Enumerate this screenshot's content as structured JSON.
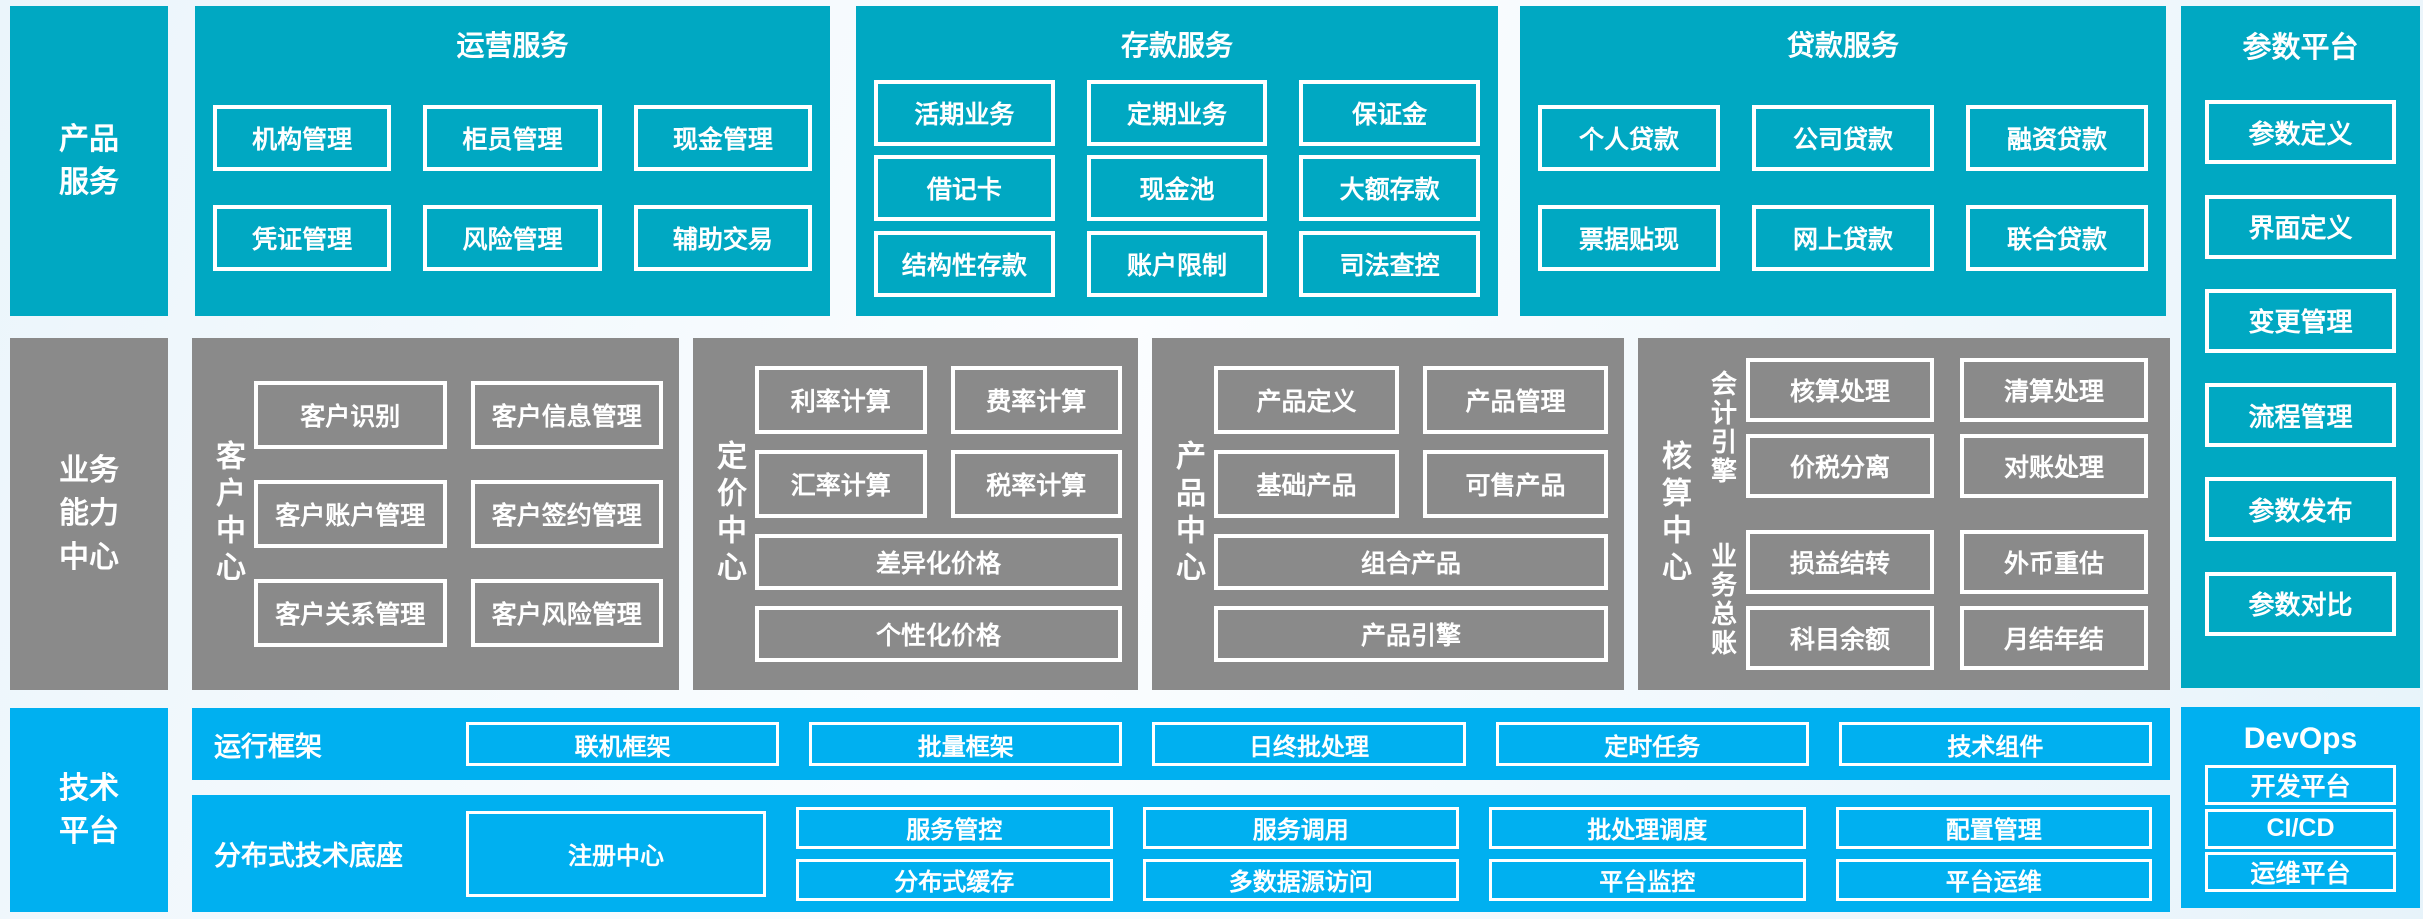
{
  "palette": {
    "teal": "#00a8c2",
    "gray": "#8a8a8a",
    "blue": "#00b0f0",
    "box_border": "#ffffff",
    "text": "#ffffff",
    "background": "#f2f9fd"
  },
  "top": {
    "sidebar": "产品服务",
    "operations": {
      "title": "运营服务",
      "rows": [
        [
          "机构管理",
          "柜员管理",
          "现金管理"
        ],
        [
          "凭证管理",
          "风险管理",
          "辅助交易"
        ]
      ]
    },
    "deposit": {
      "title": "存款服务",
      "rows": [
        [
          "活期业务",
          "定期业务",
          "保证金"
        ],
        [
          "借记卡",
          "现金池",
          "大额存款"
        ],
        [
          "结构性存款",
          "账户限制",
          "司法查控"
        ]
      ]
    },
    "loan": {
      "title": "贷款服务",
      "rows": [
        [
          "个人贷款",
          "公司贷款",
          "融资贷款"
        ],
        [
          "票据贴现",
          "网上贷款",
          "联合贷款"
        ]
      ]
    },
    "param": {
      "title": "参数平台",
      "boxes": [
        "参数定义",
        "界面定义",
        "变更管理",
        "流程管理",
        "参数发布",
        "参数对比"
      ]
    }
  },
  "middle": {
    "sidebar": "业务能力中心",
    "customer": {
      "label": "客户中心",
      "rows": [
        [
          "客户识别",
          "客户信息管理"
        ],
        [
          "客户账户管理",
          "客户签约管理"
        ],
        [
          "客户关系管理",
          "客户风险管理"
        ]
      ]
    },
    "pricing": {
      "label": "定价中心",
      "rows": [
        [
          "利率计算",
          "费率计算"
        ],
        [
          "汇率计算",
          "税率计算"
        ]
      ],
      "wide": [
        "差异化价格",
        "个性化价格"
      ]
    },
    "product": {
      "label": "产品中心",
      "rows": [
        [
          "产品定义",
          "产品管理"
        ],
        [
          "基础产品",
          "可售产品"
        ]
      ],
      "wide": [
        "组合产品",
        "产品引擎"
      ]
    },
    "accounting": {
      "label": "核算中心",
      "groups": [
        {
          "label": "会计引擎",
          "rows": [
            [
              "核算处理",
              "清算处理"
            ],
            [
              "价税分离",
              "对账处理"
            ]
          ]
        },
        {
          "label": "业务总账",
          "rows": [
            [
              "损益结转",
              "外币重估"
            ],
            [
              "科目余额",
              "月结年结"
            ]
          ]
        }
      ]
    }
  },
  "bottom": {
    "sidebar": "技术平台",
    "runtime": {
      "label": "运行框架",
      "boxes": [
        "联机框架",
        "批量框架",
        "日终批处理",
        "定时任务",
        "技术组件"
      ]
    },
    "distributed": {
      "label": "分布式技术底座",
      "big_box": "注册中心",
      "columns": [
        [
          "服务管控",
          "分布式缓存"
        ],
        [
          "服务调用",
          "多数据源访问"
        ],
        [
          "批处理调度",
          "平台监控"
        ],
        [
          "配置管理",
          "平台运维"
        ]
      ]
    },
    "devops": {
      "title": "DevOps",
      "boxes": [
        "开发平台",
        "CI/CD",
        "运维平台"
      ]
    }
  }
}
